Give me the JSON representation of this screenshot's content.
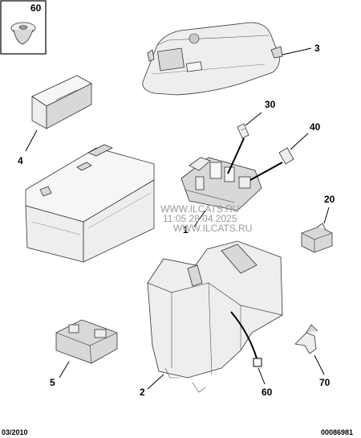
{
  "callouts": {
    "c60_top": "60",
    "c3": "3",
    "c30": "30",
    "c40": "40",
    "c4": "4",
    "c20": "20",
    "c1": "1",
    "c5": "5",
    "c2": "2",
    "c60_bottom": "60",
    "c70": "70"
  },
  "footer": {
    "date": "03/2010",
    "reference": "00086981"
  },
  "watermark": {
    "line1": "WWW.ILCATS.RU",
    "line2": "11:05 28.04.2025",
    "line3": "WWW.ILCATS.RU"
  }
}
